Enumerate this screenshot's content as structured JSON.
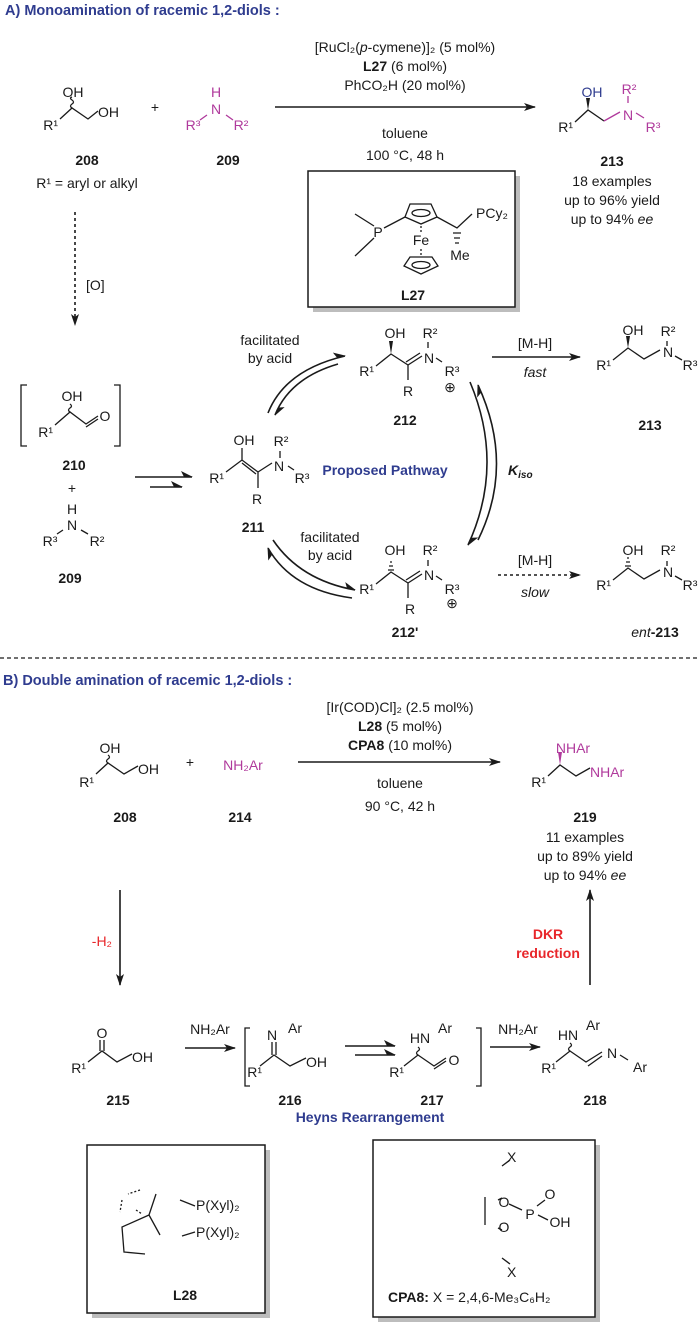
{
  "colors": {
    "heading": "#2f3c8f",
    "amine": "#b03a9c",
    "highlight": "#e8262a"
  },
  "sectionA": {
    "title": "A) Monoamination of racemic 1,2-diols :",
    "diol": {
      "oh1": "OH",
      "oh2": "OH",
      "r1": "R¹",
      "label": "208",
      "note": "R¹ = aryl or alkyl"
    },
    "plus": "+",
    "amine": {
      "h": "H",
      "n": "N",
      "r3": "R³",
      "r2": "R²",
      "label": "209"
    },
    "conditions": {
      "line1": "[RuCl₂(",
      "line1_italic": "p",
      "line1_rest": "-cymene)]₂ (5 mol%)",
      "ligand": "L27",
      "ligand_load": " (6 mol%)",
      "acid": "PhCO₂H (20 mol%)",
      "solvent": "toluene",
      "temp": "100 °C, 48 h"
    },
    "ligand_box": {
      "p": "P",
      "fe": "Fe",
      "pcy2": "PCy₂",
      "me": "Me",
      "label": "L27"
    },
    "product": {
      "oh": "OH",
      "r2": "R²",
      "n": "N",
      "r1": "R¹",
      "r3": "R³",
      "label": "213",
      "examples": "18 examples",
      "yield": "up to 96% yield",
      "ee_prefix": "up to 94% ",
      "ee": "ee"
    },
    "oxidation": "[O]"
  },
  "mechanism": {
    "aldehyde": {
      "oh": "OH",
      "r1": "R¹",
      "o": "O",
      "label": "210"
    },
    "plus": "+",
    "amine": {
      "h": "H",
      "n": "N",
      "r3": "R³",
      "r2": "R²",
      "label": "209"
    },
    "enamine": {
      "oh": "OH",
      "r2": "R²",
      "n": "N",
      "r1": "R¹",
      "r3": "R³",
      "r": "R",
      "label": "211"
    },
    "pathway": "Proposed Pathway",
    "upper_step": {
      "line1": "facilitated",
      "line2": "by acid"
    },
    "lower_step": {
      "line1": "facilitated",
      "line2": "by acid"
    },
    "iminium": {
      "oh": "OH",
      "r2": "R²",
      "n": "N",
      "r1": "R¹",
      "r3": "R³",
      "r": "R",
      "charge": "⊕",
      "label": "212"
    },
    "iminium_prime": {
      "oh": "OH",
      "r2": "R²",
      "n": "N",
      "r1": "R¹",
      "r3": "R³",
      "r": "R",
      "charge": "⊕",
      "label": "212'"
    },
    "kiso": {
      "k": "K",
      "sub": "iso"
    },
    "fast_step": {
      "reagent": "[M-H]",
      "rate": "fast"
    },
    "slow_step": {
      "reagent": "[M-H]",
      "rate": "slow"
    },
    "product": {
      "oh": "OH",
      "r2": "R²",
      "n": "N",
      "r1": "R¹",
      "r3": "R³",
      "label": "213"
    },
    "ent_product": {
      "oh": "OH",
      "r2": "R²",
      "n": "N",
      "r1": "R¹",
      "r3": "R³",
      "label_prefix": "ent",
      "label": "-213"
    }
  },
  "sectionB": {
    "title": "B) Double amination of racemic 1,2-diols :",
    "diol": {
      "oh1": "OH",
      "oh2": "OH",
      "r1": "R¹",
      "label": "208"
    },
    "plus": "+",
    "amine": {
      "formula": "NH₂Ar",
      "label": "214"
    },
    "conditions": {
      "catalyst": "[Ir(COD)Cl]₂ (2.5 mol%)",
      "ligand": "L28",
      "ligand_load": " (5 mol%)",
      "acid": "CPA8",
      "acid_load": " (10 mol%)",
      "solvent": "toluene",
      "temp": "90 °C, 42 h"
    },
    "product": {
      "nhar1": "NHAr",
      "nhar2": "NHAr",
      "r1": "R¹",
      "label": "219",
      "examples": "11 examples",
      "yield": "up to 89% yield",
      "ee_prefix": "up to 94% ",
      "ee": "ee"
    },
    "dehydrogenation": "-H₂",
    "dkr": {
      "line1": "DKR",
      "line2": "reduction"
    },
    "ketone": {
      "o": "O",
      "oh": "OH",
      "r1": "R¹",
      "label": "215"
    },
    "step1_reagent": "NH₂Ar",
    "imine": {
      "n": "N",
      "ar": "Ar",
      "r1": "R¹",
      "oh": "OH",
      "label": "216"
    },
    "aminoaldehyde": {
      "hn": "HN",
      "ar": "Ar",
      "r1": "R¹",
      "o": "O",
      "label": "217"
    },
    "step2_reagent": "NH₂Ar",
    "diimine": {
      "hn": "HN",
      "ar1": "Ar",
      "r1": "R¹",
      "n": "N",
      "ar2": "Ar",
      "label": "218"
    },
    "rearrangement": "Heyns Rearrangement",
    "l28_box": {
      "pxyl1": "P(Xyl)₂",
      "pxyl2": "P(Xyl)₂",
      "label": "L28"
    },
    "cpa8_box": {
      "x1": "X",
      "x2": "X",
      "o1": "O",
      "o2": "O",
      "p": "P",
      "o3": "O",
      "oh": "OH",
      "label": "CPA8:",
      "definition": " X = 2,4,6-Me₃C₆H₂"
    }
  }
}
